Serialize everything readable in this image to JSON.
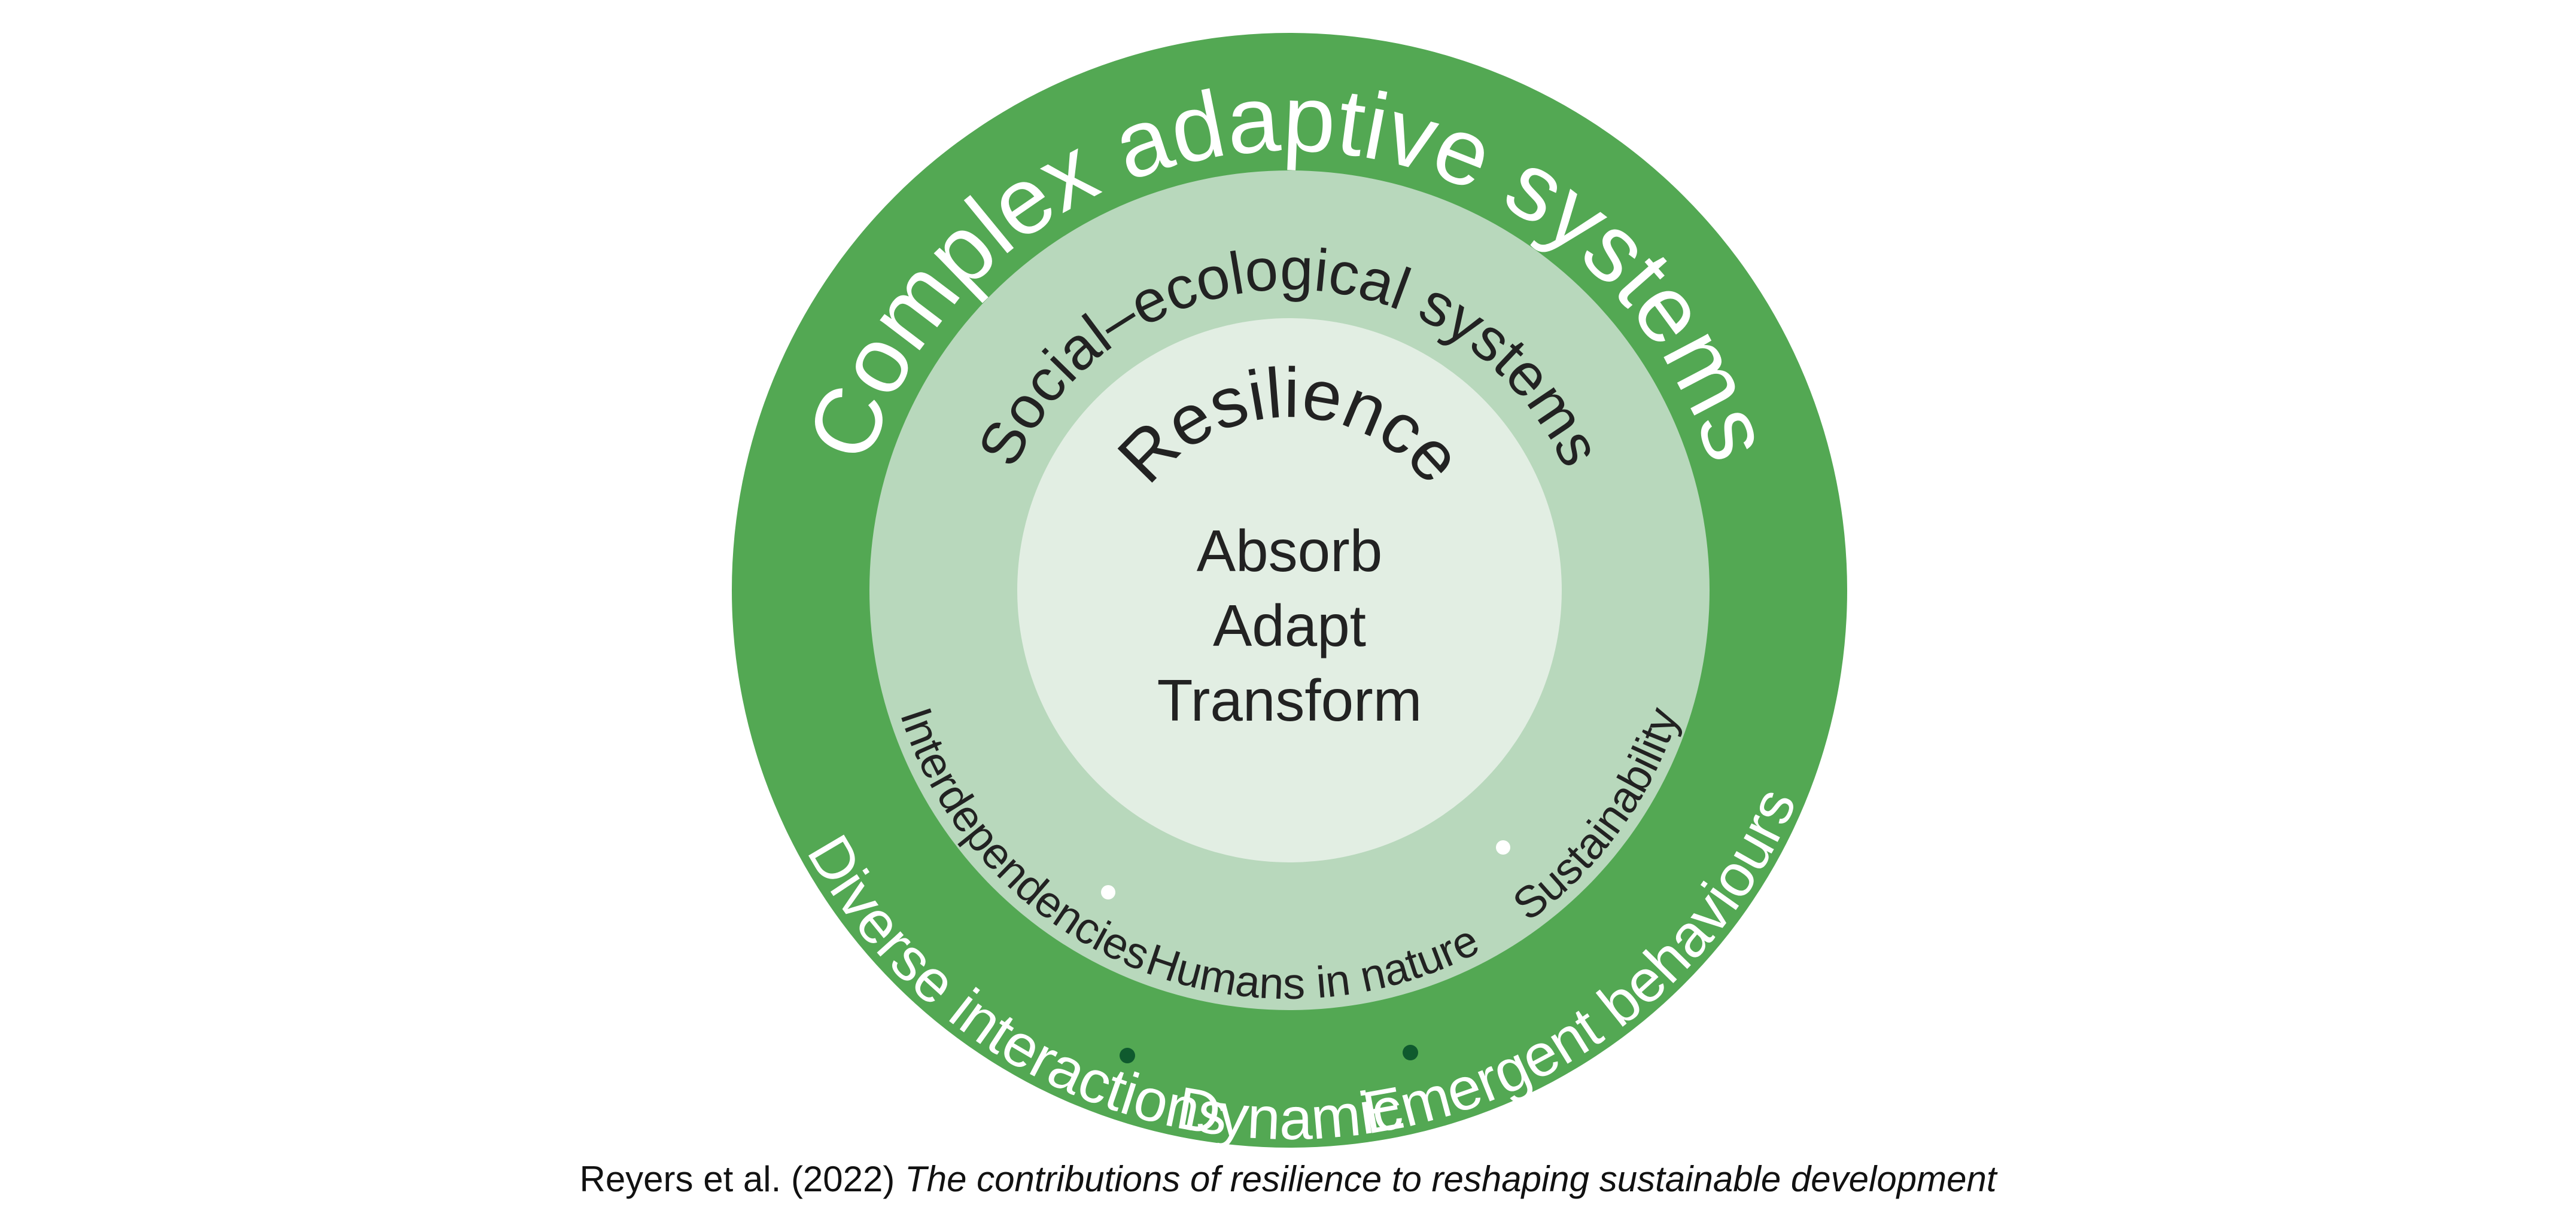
{
  "colors": {
    "outer_ring": "#53a853",
    "middle_ring": "#b8d8bc",
    "inner_circle": "#e2eee3",
    "outer_text": "#ffffff",
    "dark_text": "#222222",
    "outer_dot": "#0f5a2e",
    "middle_dot": "#ffffff"
  },
  "outer_ring": {
    "title": "Complex adaptive systems",
    "bottom_items": [
      "Diverse interactions",
      "Dynamic",
      "Emergent behaviours"
    ]
  },
  "middle_ring": {
    "title": "Social–ecological systems",
    "bottom_items": [
      "Interdependencies",
      "Humans in nature",
      "Sustainability"
    ]
  },
  "center": {
    "title": "Resilience",
    "items": [
      "Absorb",
      "Adapt",
      "Transform"
    ]
  },
  "caption": {
    "authors": "Reyers et al. (2022)",
    "title": "The contributions of resilience to reshaping sustainable development"
  }
}
